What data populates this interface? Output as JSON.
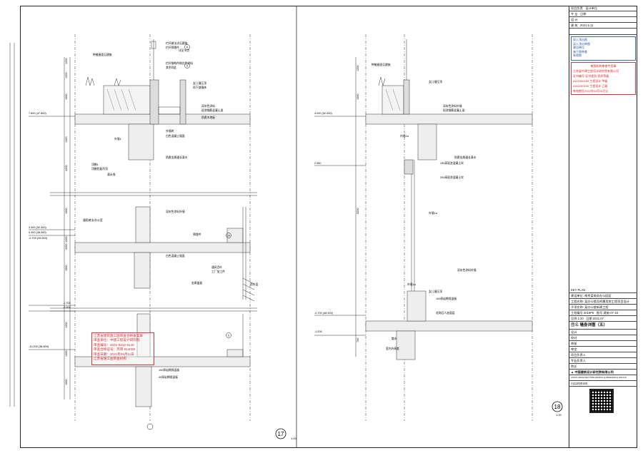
{
  "drawing": {
    "left_notes": [
      "种植屋面见建施",
      "栏杆做法详见建施",
      "栏杆预埋件",
      "详见节点",
      "栏杆钢构件刷白色涂料",
      "其余同此",
      "女儿墙压顶",
      "同下部墙体",
      "深灰色涂料",
      "现浇钢筋混凝土梁",
      "防腐木地板",
      "外墙砖",
      "白色混凝土墙面",
      "外墙1",
      "顶棚1",
      "顶棚铝板吊顶",
      "防腐金属通长滴水",
      "滴水线",
      "通用做法/办公室",
      "深灰色涂料外墙",
      "白色混凝土墙面",
      "预埋件",
      "通风百叶",
      "工厂加工件",
      "防水层",
      "金属盖板",
      "100厚岩棉保温板",
      "40厚岩棉保温板"
    ],
    "right_notes": [
      "种植屋面见建施",
      "女儿墙压顶",
      "深灰色涂料外墙",
      "现浇钢筋混凝土梁",
      "内墙1a",
      "防腐金属通长滴水",
      "150高现浇混凝土坎",
      "200高现浇混凝土坎",
      "外墙1a",
      "深灰色涂料外墙",
      "外墙1a",
      "散水",
      "室内外高差",
      "女儿墙压顶",
      "100厚岩棉保温板",
      "花岗石人造面层"
    ],
    "elev_left": [
      "7.800 (47.800)",
      "3.300 (52.300)",
      "0.300 (48.300)",
      "-0.700 (45.900)",
      "-1.700",
      "-2.500",
      "-10.200 (38.800)"
    ],
    "elev_right": [
      "4.000 (52.000)",
      "2.950",
      "-0.700 (48.300)",
      "-1.200"
    ],
    "dim_labels": [
      "1200",
      "1000",
      "1400",
      "4200",
      "1200",
      "1000",
      "1200",
      "1500",
      "4200",
      "1200",
      "1200",
      "1000"
    ],
    "dim_right": [
      "1200",
      "1000",
      "5200",
      "700"
    ],
    "detail_left_no": "17",
    "detail_right_no": "18",
    "scale": "1:20",
    "details_bubble": [
      "8",
      "9",
      "10",
      "5"
    ]
  },
  "stamps": {
    "top_title": "审图机构审查专用章",
    "top_lines": [
      "江苏省中建工程设计研究院有限公司",
      "证书编号  证书类别  资质等级",
      "A111000183  工程设计  甲级",
      "A111000190  工程设计  乙级",
      "有效期至2022年03月31日止"
    ],
    "blue_title": "深入浅出图",
    "blue_lines": [
      "深入浅出审图",
      "建设单位",
      "施工图审查",
      "有效期"
    ],
    "red_lines": [
      "江苏省建筑施工图审查合格备案章",
      "审查单位：中建工程设计研究院",
      "审查编号：2021-0312-5140",
      "审查合格证号：苏审 914009",
      "审查日期：2021年06月11日",
      "江苏省施工图审查机构"
    ]
  },
  "titleblock": {
    "top": [
      "项目负责",
      "设计单位",
      "专  业",
      "设  计",
      "建  筑",
      "日期"
    ],
    "sign_date": "2021.6.11",
    "key_plan": "KEY PLAN",
    "client_label": "建设单位",
    "client": "南京某商务办公园区",
    "project_label": "工程名称",
    "project": "某办公楼及附属用房工程项目设计",
    "sub_label": "子项名称",
    "sub": "某办公楼新建工程",
    "job_no_label": "工程编号",
    "job_no": "2019P8",
    "drawing_no_label": "图号",
    "drawing_no": "建施-07-18",
    "scale_label": "比例",
    "scale": "1:20",
    "date_label": "日期",
    "date": "2021.07",
    "title_label": "图名",
    "title": "墙身详图（五）",
    "roles": [
      "设计",
      "校对",
      "审核",
      "审定",
      "项目负责人",
      "专业负责人",
      "院长"
    ],
    "firm": "中国建筑设计研究院有限公司",
    "firm_en": "CHINA ARCHITECTURE DESIGN & RESEARCH GROUP",
    "cert": "A111000183",
    "qr_label": "二维码"
  }
}
